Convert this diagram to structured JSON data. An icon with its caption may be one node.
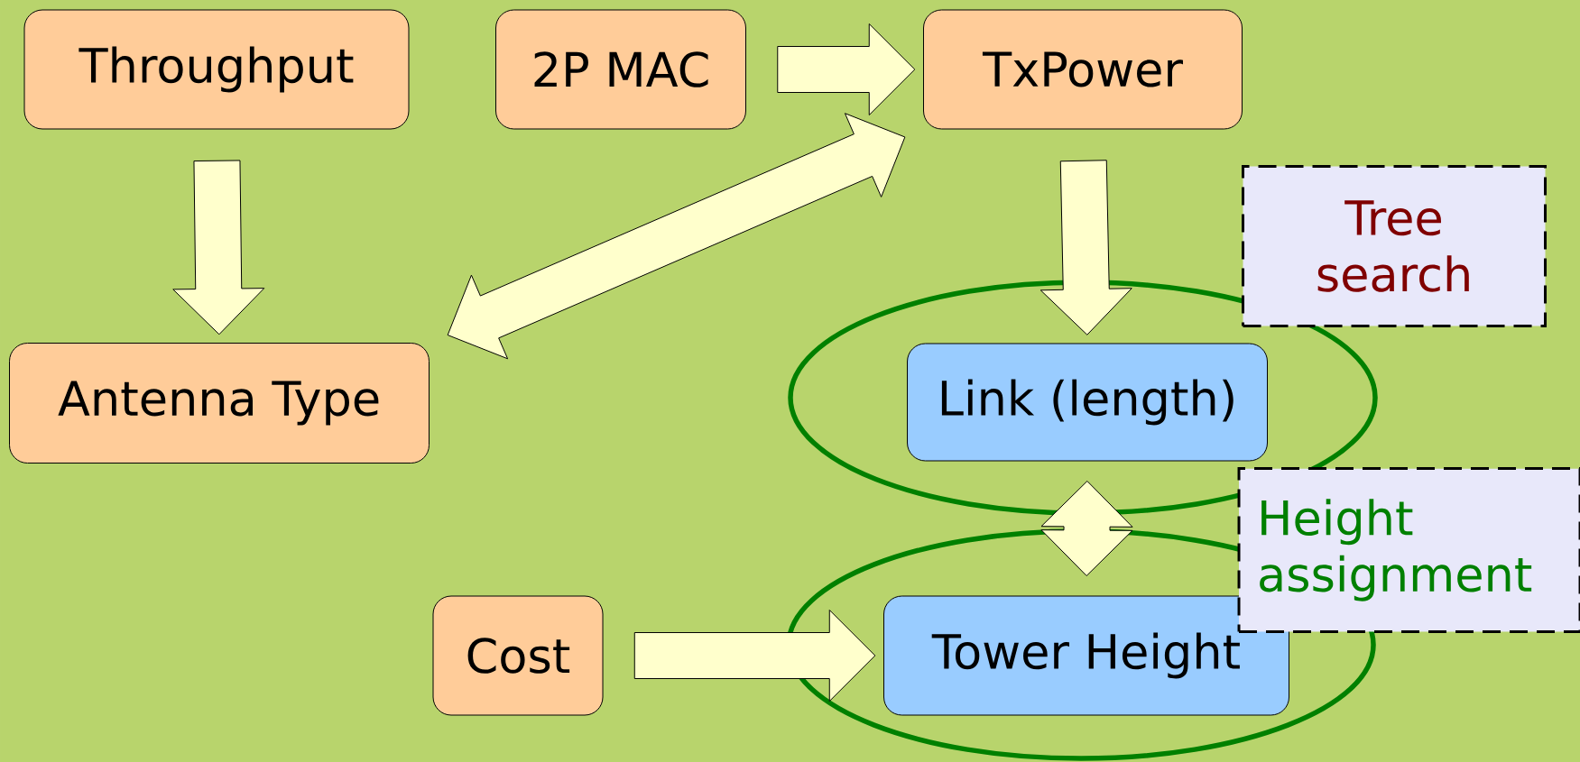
{
  "diagram": {
    "nodes": [
      {
        "text": [
          "Throughput"
        ]
      },
      {
        "text": [
          "2P MAC"
        ]
      },
      {
        "text": [
          "TxPower"
        ]
      },
      {
        "text": [
          "Antenna Type"
        ]
      },
      {
        "text": [
          "Link (length)"
        ]
      },
      {
        "text": [
          "Cost"
        ]
      },
      {
        "text": [
          "Tower Height"
        ]
      },
      {
        "text": [
          "Tree search"
        ]
      },
      {
        "text": [
          "Height assignment"
        ]
      }
    ],
    "edges": [
      {
        "from": 0,
        "to": 3,
        "arrow": "to"
      },
      {
        "from": 1,
        "to": 2,
        "arrow": "to"
      },
      {
        "from": 2,
        "to": 3,
        "arrow": "both"
      },
      {
        "from": 2,
        "to": 4,
        "arrow": "to"
      },
      {
        "from": 4,
        "to": 6,
        "arrow": "both"
      },
      {
        "from": 5,
        "to": 6,
        "arrow": "to"
      }
    ]
  }
}
